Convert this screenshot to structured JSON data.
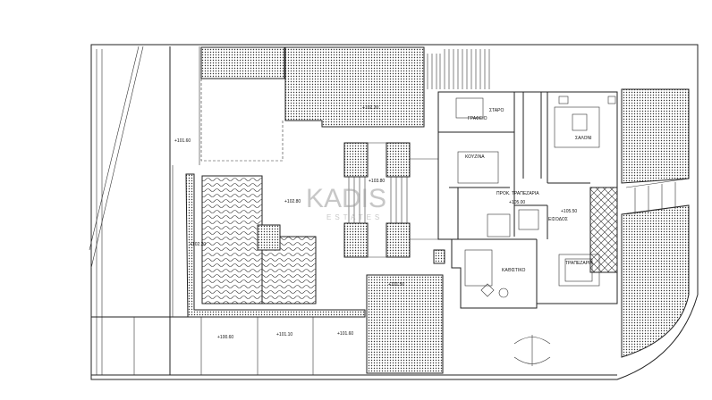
{
  "plan": {
    "levels": {
      "left_strip": "+101.60",
      "top_garden": "+102.20",
      "courtyard": "+102.80",
      "stairs_deck": "+103.80",
      "pool_side": "+102.20",
      "bottom_garden": "+101.50",
      "bay_1": "+100.60",
      "bay_2": "+101.10",
      "bay_3": "+101.60",
      "entrance": "+105.50"
    },
    "rooms": {
      "office": "ΓΡΑΦΕΙΟ",
      "storage": "ΣΤΑΡΟ",
      "kitchen": "ΚΟΥΖΙΝΑ",
      "living": "ΣΑΛΟΝΙ",
      "pre_dining": "ΠΡΟΚ. ΤΡΑΠΕΖΑΡΙΑ",
      "pre_dining_level": "+105.00",
      "entrance": "ΕΙΣΟΔΟΣ",
      "sitting": "ΚΑΘΙΣΤΙΚΟ",
      "dining": "ΤΡΑΠΕΖΑΡΙΑ"
    }
  },
  "watermark": {
    "brand": "KADIS",
    "sub": "ESTATES"
  }
}
